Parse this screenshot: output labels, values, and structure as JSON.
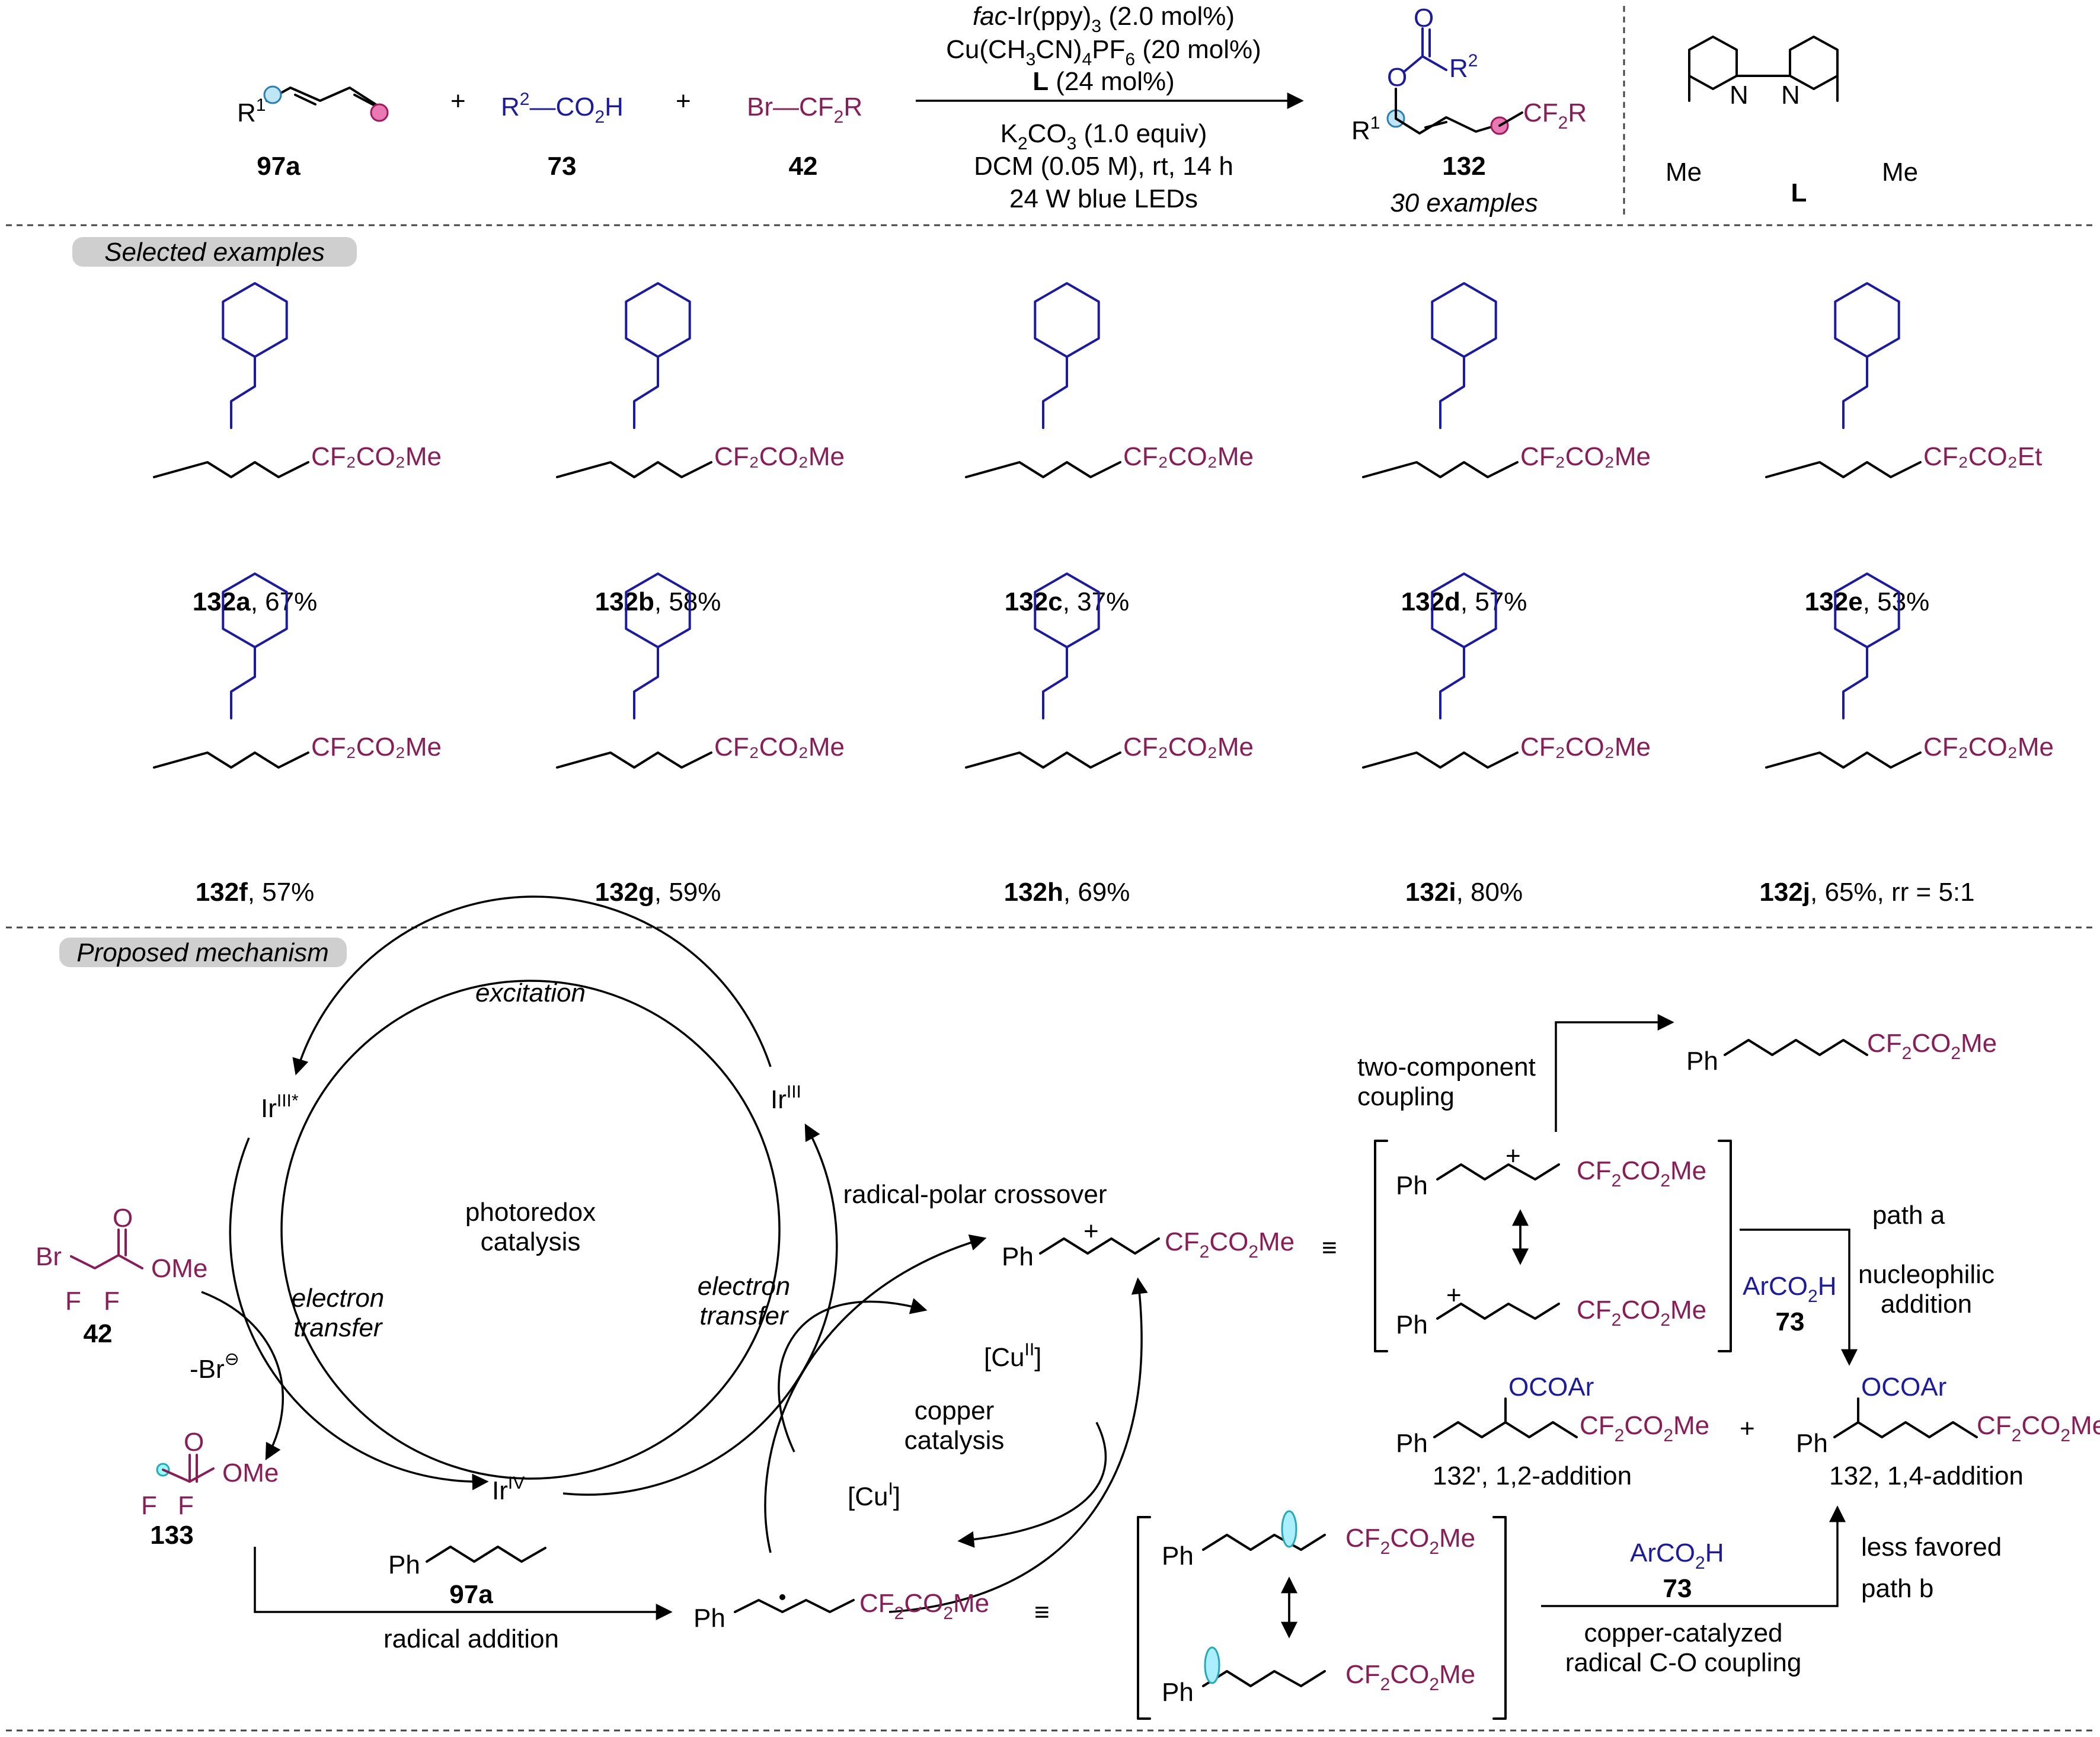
{
  "reaction": {
    "substrate_label": "97a",
    "reagent1": "R2-CO2H",
    "reagent1_label": "73",
    "reagent2": "Br-CF2R",
    "reagent2_label": "42",
    "plus": "+",
    "conditions_top": [
      "fac-Ir(ppy)3 (2.0 mol%)",
      "Cu(CH3CN)4PF6 (20 mol%)",
      "L (24 mol%)"
    ],
    "conditions_bottom": [
      "K2CO3 (1.0 equiv)",
      "DCM (0.05 M), rt, 14 h",
      "24 W blue LEDs"
    ],
    "product_label": "132",
    "product_note": "30 examples",
    "ligand_label": "L",
    "ligand_me": "Me"
  },
  "sections": {
    "examples": "Selected examples",
    "mechanism": "Proposed mechanism"
  },
  "examples": [
    {
      "label": "132a",
      "yield": ", 67%"
    },
    {
      "label": "132b",
      "yield": ", 58%"
    },
    {
      "label": "132c",
      "yield": ", 37%"
    },
    {
      "label": "132d",
      "yield": ", 57%"
    },
    {
      "label": "132e",
      "yield": ", 53%"
    },
    {
      "label": "132f",
      "yield": ", 57%"
    },
    {
      "label": "132g",
      "yield": ", 59%"
    },
    {
      "label": "132h",
      "yield": ", 69%"
    },
    {
      "label": "132i",
      "yield": ", 80%"
    },
    {
      "label": "132j",
      "yield": ", 65%, rr = 5:1"
    }
  ],
  "mechanism": {
    "excitation": "excitation",
    "ir3": "Ir",
    "ir_star": "Ir",
    "ir4": "Ir",
    "photoredox": [
      "photoredox",
      "catalysis"
    ],
    "electron_transfer_left": [
      "electron",
      "transfer"
    ],
    "electron_transfer_right": [
      "electron",
      "transfer"
    ],
    "copper": [
      "copper",
      "catalysis"
    ],
    "cu2": "[Cu",
    "cu1": "[Cu",
    "radical_polar": "radical-polar crossover",
    "br_minus": "-Br",
    "label42": "42",
    "label133": "133",
    "label97a": "97a",
    "radical_addition": "radical addition",
    "two_component": [
      "two-component",
      "coupling"
    ],
    "path_a": "path a",
    "nucleophilic": [
      "nucleophilic",
      "addition"
    ],
    "arco2h": "ArCO",
    "label73": "73",
    "product_12": "132', 1,2-addition",
    "product_14": "132, 1,4-addition",
    "less_favored": "less favored",
    "path_b": "path b",
    "cu_coupling": [
      "copper-catalyzed",
      "radical C-O coupling"
    ],
    "ocoar": "OCOAr",
    "ph": "Ph",
    "me": "Me",
    "ome": "OMe",
    "cf2co2me": "CF",
    "cf2co2et": "CF"
  }
}
